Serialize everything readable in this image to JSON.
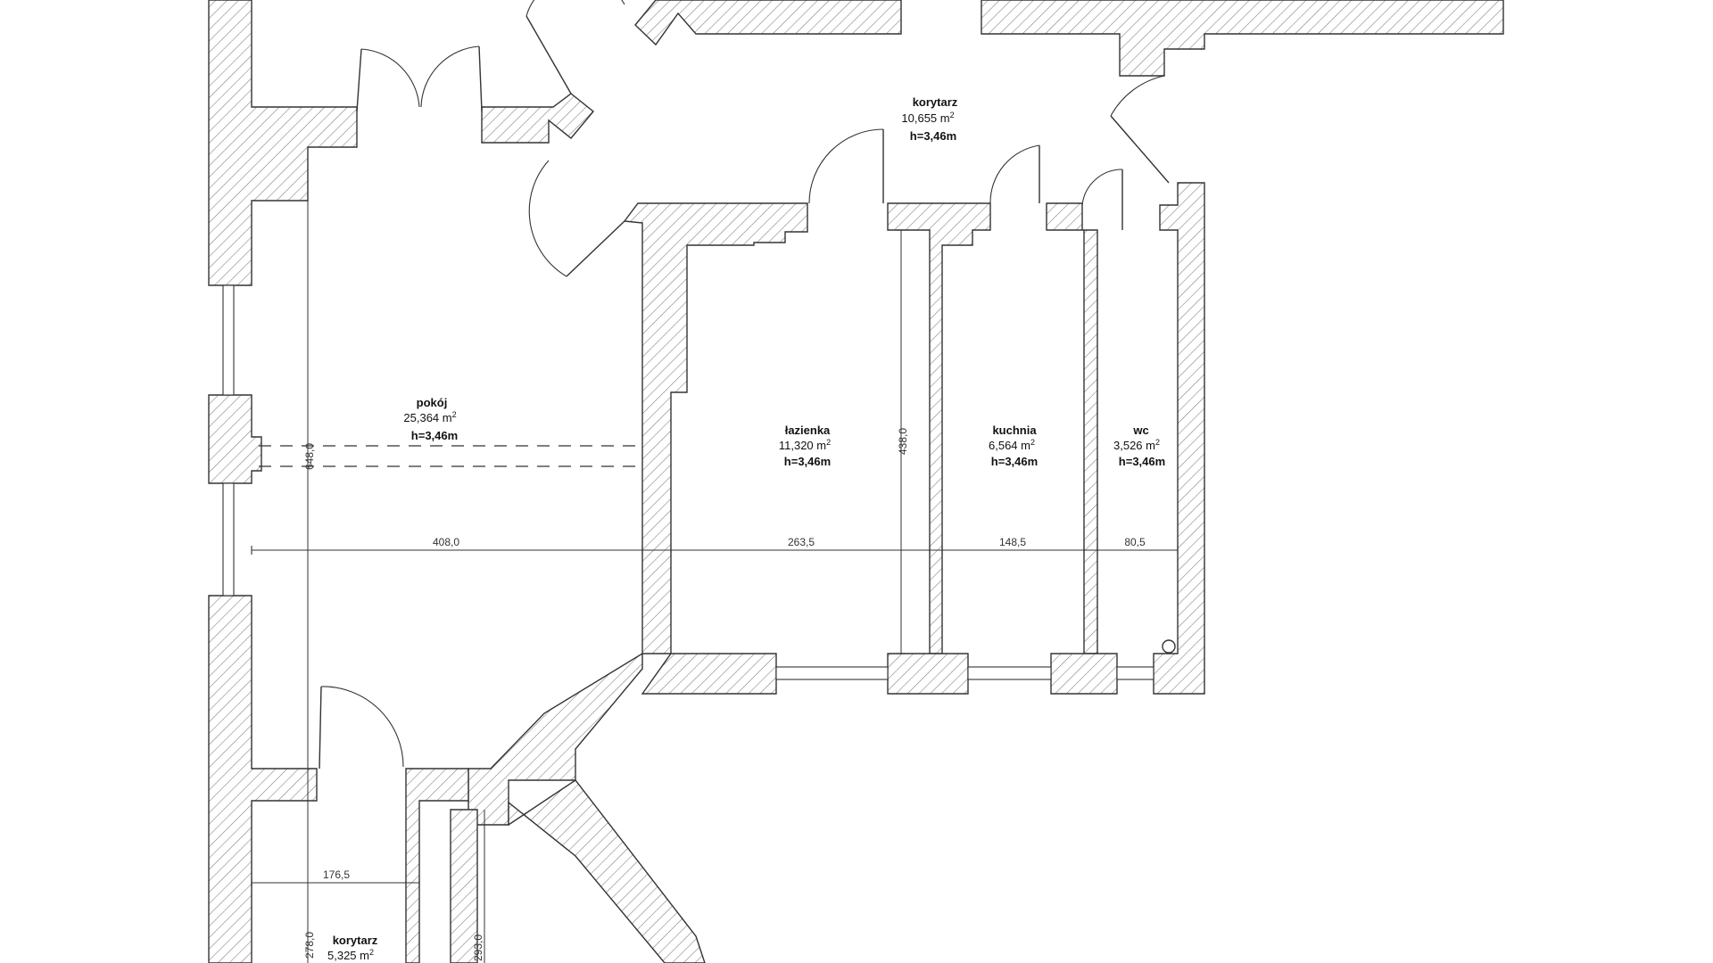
{
  "rooms": [
    {
      "name": "korytarz",
      "area": "10,655 m",
      "sup": "2",
      "height": "h=3,46m"
    },
    {
      "name": "pokój",
      "area": "25,364 m",
      "sup": "2",
      "height": "h=3,46m"
    },
    {
      "name": "łazienka",
      "area": "11,320 m",
      "sup": "2",
      "height": "h=3,46m"
    },
    {
      "name": "kuchnia",
      "area": "6,564 m",
      "sup": "2",
      "height": "h=3,46m"
    },
    {
      "name": "wc",
      "area": "3,526 m",
      "sup": "2",
      "height": "h=3,46m"
    },
    {
      "name": "korytarz",
      "area": "5,325 m",
      "sup": "2",
      "height": ""
    }
  ],
  "dimensions": {
    "pokoj_width": "408,0",
    "lazienka_width": "263,5",
    "kuchnia_width": "148,5",
    "wc_width": "80,5",
    "pokoj_height": "648,0",
    "lazienka_height": "438,0",
    "korytarz_width": "176,5",
    "korytarz_height": "278,0",
    "passage_height": "293,0"
  }
}
